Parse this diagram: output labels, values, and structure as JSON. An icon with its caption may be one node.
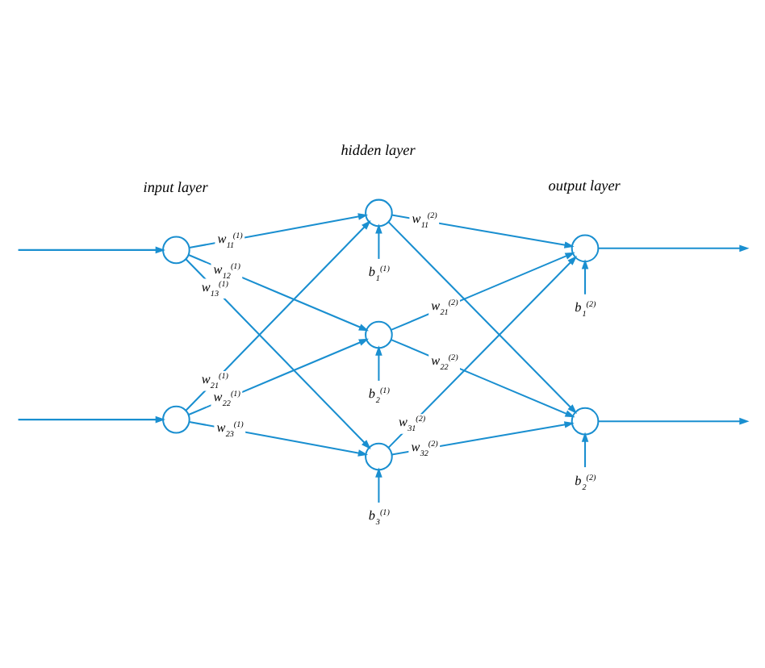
{
  "diagram": {
    "nodes": [
      {
        "text": [],
        "shape": "circle"
      },
      {
        "text": [],
        "shape": "circle"
      },
      {
        "text": [],
        "shape": "circle"
      },
      {
        "text": [],
        "shape": "circle"
      },
      {
        "text": [],
        "shape": "circle"
      },
      {
        "text": [],
        "shape": "circle"
      },
      {
        "text": [],
        "shape": "circle"
      },
      {
        "text": [
          "b$_{1}$$^{(1)}$"
        ]
      },
      {
        "text": [
          "b$_{2}$$^{(1)}$"
        ]
      },
      {
        "text": [
          "b$_{3}$$^{(1)}$"
        ]
      },
      {
        "text": [
          "b$_{1}$$^{(2)}$"
        ]
      },
      {
        "text": [
          "b$_{2}$$^{(2)}$"
        ]
      }
    ],
    "edges": [
      {
        "from": null,
        "to": 0,
        "arrow": "to"
      },
      {
        "from": null,
        "to": 1,
        "arrow": "to"
      },
      {
        "from": 0,
        "to": 2,
        "arrow": "to",
        "label": "w$_{11}$$^{(1)}$"
      },
      {
        "from": 1,
        "to": 2,
        "arrow": "to",
        "label": "w$_{21}$$^{(1)}$"
      },
      {
        "from": 0,
        "to": 3,
        "arrow": "to",
        "label": "w$_{12}$$^{(1)}$"
      },
      {
        "from": 1,
        "to": 3,
        "arrow": "to",
        "label": "w$_{22}$$^{(1)}$"
      },
      {
        "from": 0,
        "to": 4,
        "arrow": "to",
        "label": "w$_{13}$$^{(1)}$"
      },
      {
        "from": 1,
        "to": 4,
        "arrow": "to",
        "label": "w$_{23}$$^{(1)}$"
      },
      {
        "from": 2,
        "to": 5,
        "arrow": "to",
        "label": "w$_{11}$$^{(2)}$"
      },
      {
        "from": 3,
        "to": 5,
        "arrow": "to",
        "label": "w$_{21}$$^{(2)}$"
      },
      {
        "from": 4,
        "to": 5,
        "arrow": "to",
        "label": "w$_{31}$$^{(2)}$"
      },
      {
        "from": 2,
        "to": 6,
        "arrow": "to"
      },
      {
        "from": 3,
        "to": 6,
        "arrow": "to",
        "label": "w$_{22}$$^{(2)}$"
      },
      {
        "from": 4,
        "to": 6,
        "arrow": "to",
        "label": "w$_{32}$$^{(2)}$"
      },
      {
        "from": 5,
        "to": null,
        "arrow": "to"
      },
      {
        "from": 6,
        "to": null,
        "arrow": "to"
      },
      {
        "from": 7,
        "to": 2,
        "arrow": "to"
      },
      {
        "from": 8,
        "to": 3,
        "arrow": "to"
      },
      {
        "from": 9,
        "to": 4,
        "arrow": "to"
      },
      {
        "from": 10,
        "to": 5,
        "arrow": "to"
      },
      {
        "from": 11,
        "to": 6,
        "arrow": "to"
      }
    ],
    "labels": [
      "input layer",
      "hidden layer",
      "output layer"
    ]
  }
}
